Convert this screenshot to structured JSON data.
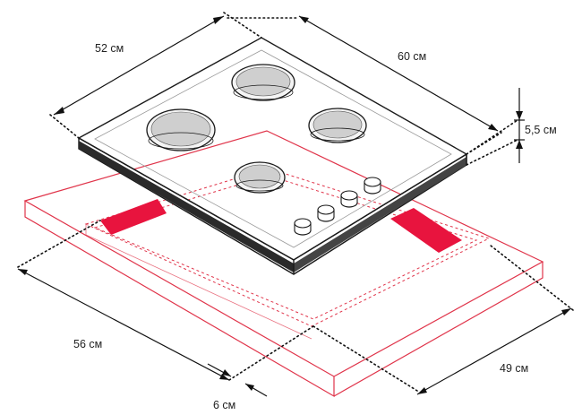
{
  "dimensions": {
    "hob_depth": "52 см",
    "hob_width": "60 см",
    "hob_height": "5,5 см",
    "cutout_width": "56 см",
    "cutout_depth": "49 см",
    "front_gap": "6 см"
  },
  "colors": {
    "cutout_accent": "#e8143e",
    "countertop_outline": "#e0344a",
    "line": "#111111"
  },
  "hob": {
    "burner_count": 4,
    "knob_count": 4
  }
}
